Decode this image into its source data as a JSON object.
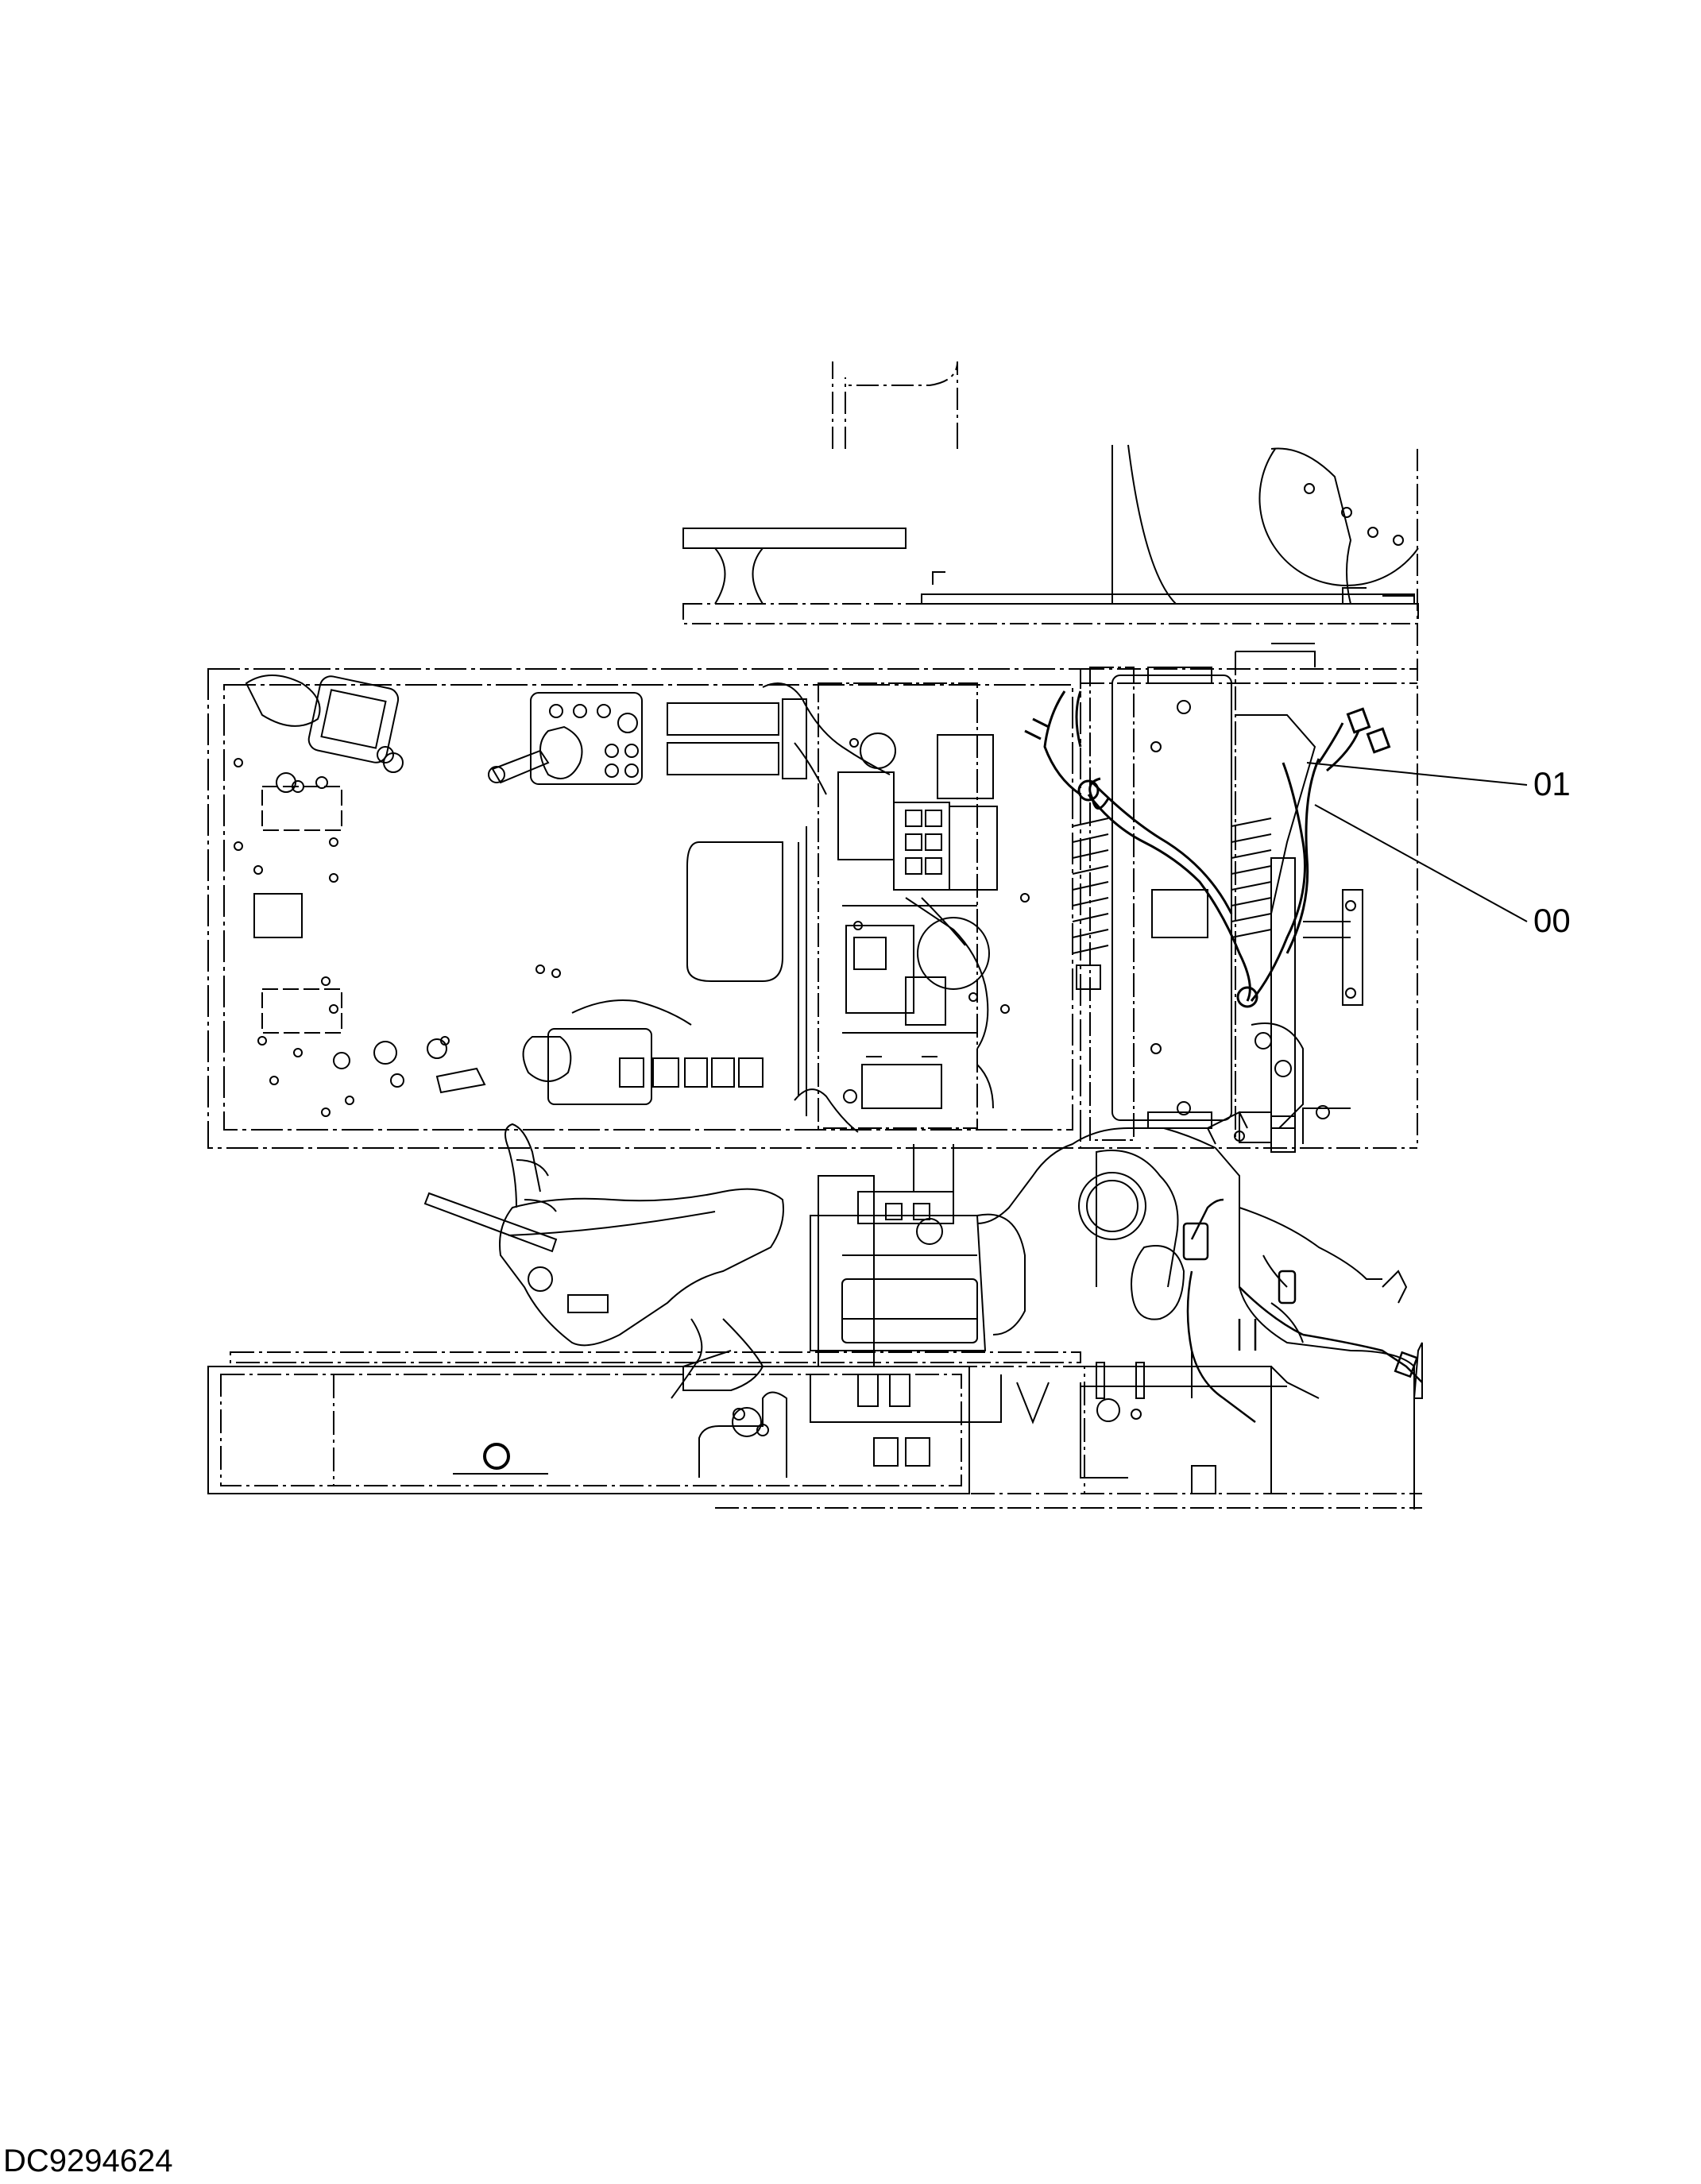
{
  "callouts": [
    {
      "id": "01",
      "label": "01"
    },
    {
      "id": "00",
      "label": "00"
    }
  ],
  "drawing_number": "DC9294624",
  "colors": {
    "line": "#000000",
    "background": "#ffffff"
  }
}
